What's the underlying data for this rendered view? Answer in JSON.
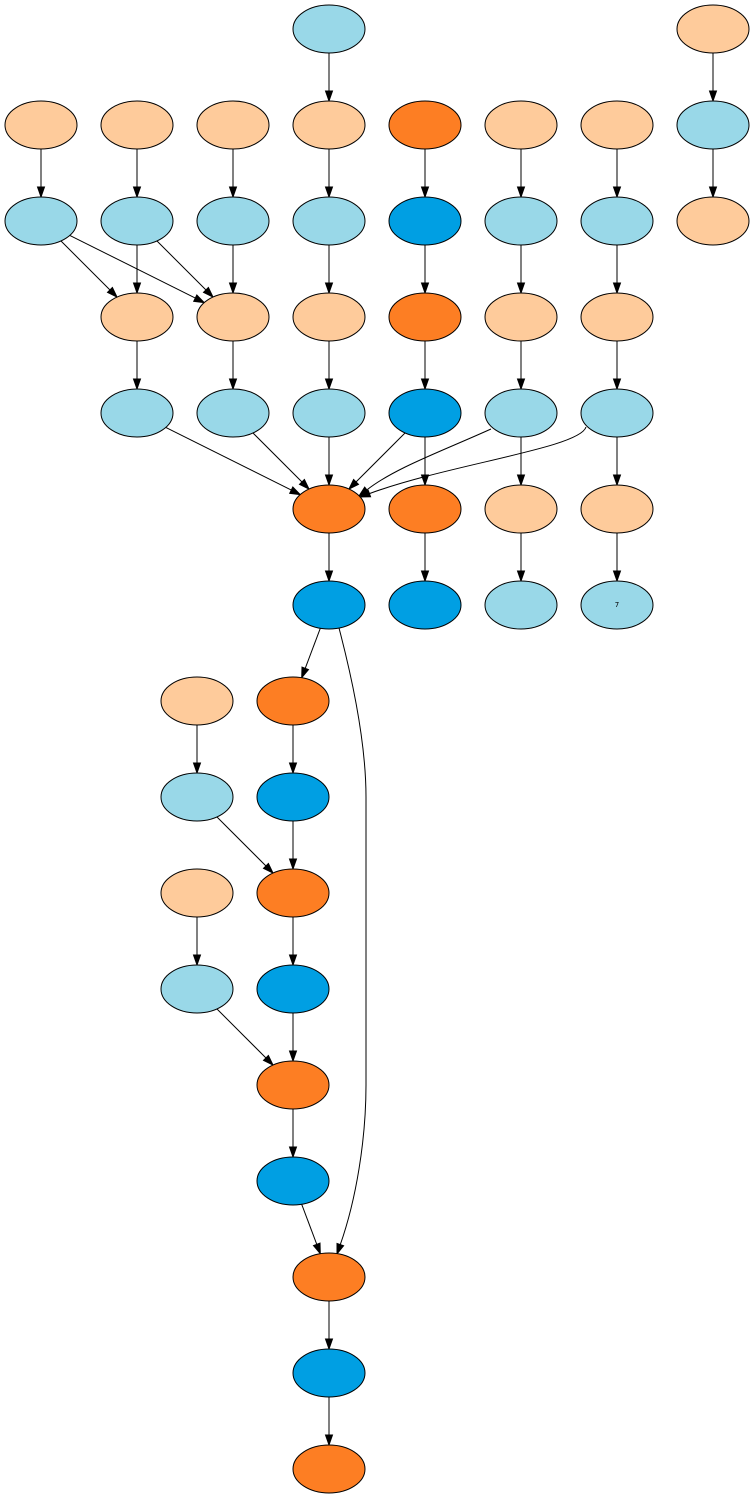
{
  "palette": {
    "light_orange": "#fecb9b",
    "dark_orange": "#fd7e23",
    "light_blue": "#99d8e8",
    "dark_blue": "#009fe3"
  },
  "nodes": [
    {
      "id": "n1",
      "kind": "light_blue",
      "label": ""
    },
    {
      "id": "n2",
      "kind": "light_orange",
      "label": ""
    },
    {
      "id": "n3",
      "kind": "light_orange",
      "label": ""
    },
    {
      "id": "n4",
      "kind": "light_orange",
      "label": ""
    },
    {
      "id": "n5",
      "kind": "light_orange",
      "label": ""
    },
    {
      "id": "n6",
      "kind": "light_orange",
      "label": ""
    },
    {
      "id": "n7",
      "kind": "dark_orange",
      "label": ""
    },
    {
      "id": "n8",
      "kind": "light_orange",
      "label": ""
    },
    {
      "id": "n9",
      "kind": "light_orange",
      "label": ""
    },
    {
      "id": "n10",
      "kind": "light_blue",
      "label": ""
    },
    {
      "id": "n11",
      "kind": "light_blue",
      "label": ""
    },
    {
      "id": "n12",
      "kind": "light_blue",
      "label": ""
    },
    {
      "id": "n13",
      "kind": "light_blue",
      "label": ""
    },
    {
      "id": "n14",
      "kind": "light_blue",
      "label": ""
    },
    {
      "id": "n15",
      "kind": "dark_blue",
      "label": ""
    },
    {
      "id": "n16",
      "kind": "light_blue",
      "label": ""
    },
    {
      "id": "n17",
      "kind": "light_blue",
      "label": ""
    },
    {
      "id": "n18",
      "kind": "light_orange",
      "label": ""
    },
    {
      "id": "n19",
      "kind": "light_orange",
      "label": ""
    },
    {
      "id": "n20",
      "kind": "light_orange",
      "label": ""
    },
    {
      "id": "n21",
      "kind": "light_orange",
      "label": ""
    },
    {
      "id": "n22",
      "kind": "dark_orange",
      "label": ""
    },
    {
      "id": "n23",
      "kind": "light_orange",
      "label": ""
    },
    {
      "id": "n24",
      "kind": "light_orange",
      "label": ""
    },
    {
      "id": "n25",
      "kind": "light_blue",
      "label": ""
    },
    {
      "id": "n26",
      "kind": "light_blue",
      "label": ""
    },
    {
      "id": "n27",
      "kind": "light_blue",
      "label": ""
    },
    {
      "id": "n28",
      "kind": "dark_blue",
      "label": ""
    },
    {
      "id": "n29",
      "kind": "light_blue",
      "label": ""
    },
    {
      "id": "n30",
      "kind": "light_blue",
      "label": ""
    },
    {
      "id": "n31",
      "kind": "dark_orange",
      "label": ""
    },
    {
      "id": "n32",
      "kind": "dark_orange",
      "label": ""
    },
    {
      "id": "n33",
      "kind": "light_orange",
      "label": ""
    },
    {
      "id": "n34",
      "kind": "light_orange",
      "label": ""
    },
    {
      "id": "n35",
      "kind": "dark_blue",
      "label": ""
    },
    {
      "id": "n36",
      "kind": "dark_blue",
      "label": ""
    },
    {
      "id": "n37",
      "kind": "light_blue",
      "label": ""
    },
    {
      "id": "n38",
      "kind": "light_blue",
      "label": "7"
    },
    {
      "id": "n39",
      "kind": "light_orange",
      "label": ""
    },
    {
      "id": "n40",
      "kind": "dark_orange",
      "label": ""
    },
    {
      "id": "n41",
      "kind": "light_blue",
      "label": ""
    },
    {
      "id": "n42",
      "kind": "dark_blue",
      "label": ""
    },
    {
      "id": "n43",
      "kind": "light_orange",
      "label": ""
    },
    {
      "id": "n44",
      "kind": "dark_orange",
      "label": ""
    },
    {
      "id": "n45",
      "kind": "light_blue",
      "label": ""
    },
    {
      "id": "n46",
      "kind": "dark_blue",
      "label": ""
    },
    {
      "id": "n47",
      "kind": "dark_orange",
      "label": ""
    },
    {
      "id": "n48",
      "kind": "dark_blue",
      "label": ""
    },
    {
      "id": "n49",
      "kind": "dark_orange",
      "label": ""
    },
    {
      "id": "n50",
      "kind": "dark_blue",
      "label": ""
    },
    {
      "id": "n51",
      "kind": "dark_orange",
      "label": ""
    }
  ],
  "edges": [
    [
      "n1",
      "n5"
    ],
    [
      "n2",
      "n10"
    ],
    [
      "n3",
      "n11"
    ],
    [
      "n4",
      "n12"
    ],
    [
      "n5",
      "n13"
    ],
    [
      "n6",
      "n14"
    ],
    [
      "n7",
      "n15"
    ],
    [
      "n8",
      "n16"
    ],
    [
      "n9",
      "n17"
    ],
    [
      "n14",
      "n18"
    ],
    [
      "n10",
      "n19"
    ],
    [
      "n10",
      "n20"
    ],
    [
      "n11",
      "n19"
    ],
    [
      "n11",
      "n20"
    ],
    [
      "n12",
      "n20"
    ],
    [
      "n13",
      "n21"
    ],
    [
      "n15",
      "n22"
    ],
    [
      "n16",
      "n23"
    ],
    [
      "n17",
      "n24"
    ],
    [
      "n19",
      "n25"
    ],
    [
      "n20",
      "n26"
    ],
    [
      "n21",
      "n27"
    ],
    [
      "n22",
      "n28"
    ],
    [
      "n23",
      "n29"
    ],
    [
      "n24",
      "n30"
    ],
    [
      "n25",
      "n31"
    ],
    [
      "n26",
      "n31"
    ],
    [
      "n27",
      "n31"
    ],
    [
      "n28",
      "n31"
    ],
    [
      "n29",
      "n31"
    ],
    [
      "n30",
      "n31"
    ],
    [
      "n28",
      "n32"
    ],
    [
      "n29",
      "n33"
    ],
    [
      "n30",
      "n34"
    ],
    [
      "n31",
      "n35"
    ],
    [
      "n32",
      "n36"
    ],
    [
      "n33",
      "n37"
    ],
    [
      "n34",
      "n38"
    ],
    [
      "n35",
      "n40"
    ],
    [
      "n39",
      "n41"
    ],
    [
      "n40",
      "n42"
    ],
    [
      "n41",
      "n44"
    ],
    [
      "n42",
      "n44"
    ],
    [
      "n43",
      "n45"
    ],
    [
      "n44",
      "n46"
    ],
    [
      "n45",
      "n47"
    ],
    [
      "n46",
      "n47"
    ],
    [
      "n47",
      "n48"
    ],
    [
      "n48",
      "n49"
    ],
    [
      "n35",
      "n49"
    ],
    [
      "n49",
      "n50"
    ],
    [
      "n50",
      "n51"
    ]
  ]
}
